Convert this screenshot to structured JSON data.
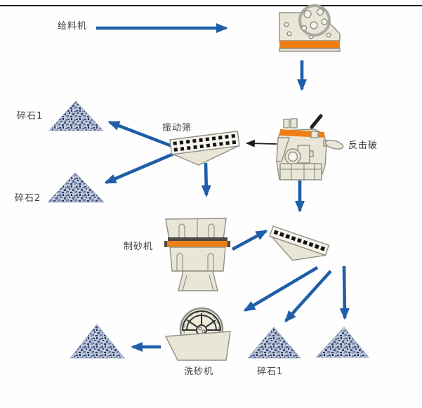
{
  "labels": {
    "feeder": "给料机",
    "vibrating_screen": "振动筛",
    "impact_crusher": "反击破",
    "stone1_top": "碎石1",
    "stone2": "碎石2",
    "sand_maker": "制砂机",
    "sand_washer": "洗砂机",
    "stone1_bottom": "碎石1"
  },
  "colors": {
    "arrow_blue": "#1f5ea8",
    "machine_fill": "#e9e6d8",
    "machine_outline": "#8f8f85",
    "accent_orange": "#ee8013",
    "text": "#3a3a3a"
  },
  "flow": {
    "nodes": [
      {
        "id": "feeder",
        "label": "给料机"
      },
      {
        "id": "impact-crusher",
        "label": "反击破"
      },
      {
        "id": "vibrating-screen-1",
        "label": "振动筛"
      },
      {
        "id": "stockpile-stone-1",
        "label": "碎石1"
      },
      {
        "id": "stockpile-stone-2",
        "label": "碎石2"
      },
      {
        "id": "sand-maker",
        "label": "制砂机"
      },
      {
        "id": "vibrating-screen-2",
        "label": ""
      },
      {
        "id": "sand-washer",
        "label": "洗砂机"
      },
      {
        "id": "stockpile-stone-1-bottom",
        "label": "碎石1"
      },
      {
        "id": "stockpile-right",
        "label": ""
      },
      {
        "id": "stockpile-sand",
        "label": ""
      }
    ],
    "edges": [
      {
        "from": "feeder-label",
        "to": "feeder"
      },
      {
        "from": "feeder",
        "to": "impact-crusher"
      },
      {
        "from": "impact-crusher",
        "to": "vibrating-screen-1"
      },
      {
        "from": "vibrating-screen-1",
        "to": "stockpile-stone-1"
      },
      {
        "from": "vibrating-screen-1",
        "to": "stockpile-stone-2"
      },
      {
        "from": "vibrating-screen-1",
        "to": "sand-maker"
      },
      {
        "from": "impact-crusher",
        "to": "vibrating-screen-2"
      },
      {
        "from": "sand-maker",
        "to": "vibrating-screen-2"
      },
      {
        "from": "vibrating-screen-2",
        "to": "sand-washer"
      },
      {
        "from": "vibrating-screen-2",
        "to": "stockpile-stone-1-bottom"
      },
      {
        "from": "vibrating-screen-2",
        "to": "stockpile-right"
      },
      {
        "from": "sand-washer",
        "to": "stockpile-sand"
      }
    ]
  }
}
